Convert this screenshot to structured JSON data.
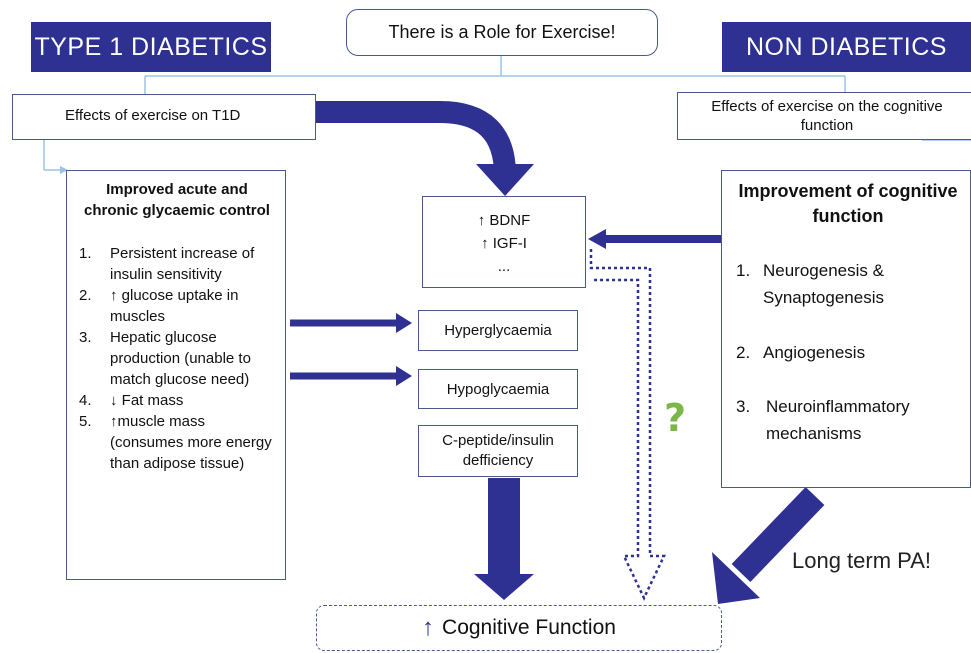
{
  "header": {
    "left_banner": "TYPE 1 DIABETICS",
    "right_banner": "NON DIABETICS",
    "center_title": "There is a Role for Exercise!"
  },
  "left": {
    "effects_label": "Effects of exercise on T1D",
    "panel_title": "Improved acute and chronic glycaemic control",
    "items": [
      {
        "num": "1.",
        "text": "Persistent increase of insulin sensitivity"
      },
      {
        "num": "2.",
        "text": "↑ glucose uptake in muscles"
      },
      {
        "num": "3.",
        "text": "Hepatic glucose production (unable to match glucose need)"
      },
      {
        "num": "4.",
        "text": "↓ Fat mass"
      },
      {
        "num": "5.",
        "text": "↑muscle mass (consumes more energy than adipose tissue)"
      }
    ]
  },
  "right": {
    "effects_label": "Effects of exercise on the cognitive function",
    "panel_title": "Improvement of cognitive function",
    "items": [
      {
        "num": "1.",
        "text": "Neurogenesis & Synaptogenesis"
      },
      {
        "num": "2.",
        "text": "Angiogenesis"
      },
      {
        "num": "3.",
        "text": "Neuroinflammatory mechanisms"
      }
    ]
  },
  "center": {
    "factors": [
      "↑ BDNF",
      "↑ IGF-I",
      "..."
    ],
    "hyperglycaemia": "Hyperglycaemia",
    "hypoglycaemia": "Hypoglycaemia",
    "cpeptide": "C-peptide/insulin defficiency",
    "question_mark": "?",
    "long_term": "Long term PA!",
    "cognitive_arrow": "↑",
    "cognitive_function": "Cognitive Function"
  },
  "colors": {
    "navy": "#2e3192",
    "box_border": "#4a5a8f",
    "connector": "#9cc3e6",
    "question_green": "#7ab648"
  }
}
